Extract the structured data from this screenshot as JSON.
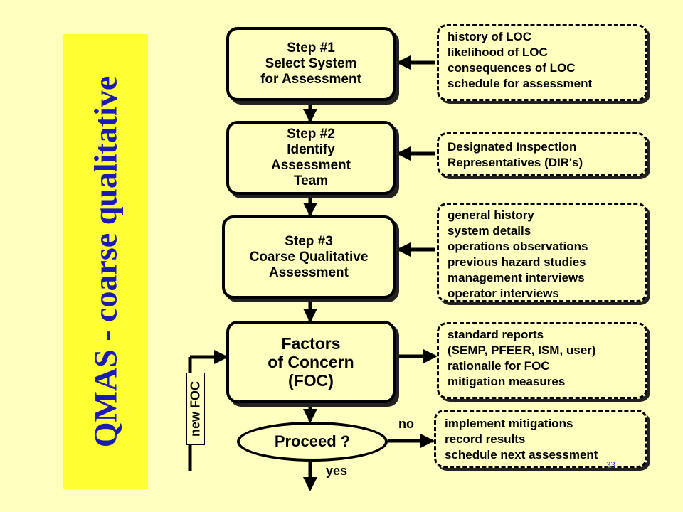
{
  "title": "QMAS - coarse qualitative",
  "steps": [
    {
      "label": "Step #1\nSelect System\nfor Assessment"
    },
    {
      "label": "Step #2\nIdentify\nAssessment\nTeam"
    },
    {
      "label": "Step #3\nCoarse Qualitative\nAssessment"
    },
    {
      "label": "Factors\nof Concern\n(FOC)"
    }
  ],
  "inputs": [
    {
      "lines": [
        "history of LOC",
        "likelihood of LOC",
        "consequences of LOC",
        "schedule for assessment"
      ]
    },
    {
      "lines": [
        "Designated Inspection",
        "Representatives (DIR's)"
      ]
    },
    {
      "lines": [
        "general history",
        "system details",
        "operations observations",
        "previous hazard studies",
        "management interviews",
        "operator interviews"
      ]
    },
    {
      "lines": [
        "standard reports",
        "(SEMP, PFEER, ISM, user)",
        "rationalle for FOC",
        "mitigation measures"
      ]
    },
    {
      "lines": [
        "implement mitigations",
        "record results",
        "schedule next assessment"
      ]
    }
  ],
  "decision": {
    "label": "Proceed ?",
    "no_label": "no",
    "yes_label": "yes"
  },
  "loop_label": "new FOC",
  "page_number": "33",
  "colors": {
    "background": "#ffffc0",
    "title_bar": "#ffff33",
    "title_text": "#1a1ab5"
  }
}
